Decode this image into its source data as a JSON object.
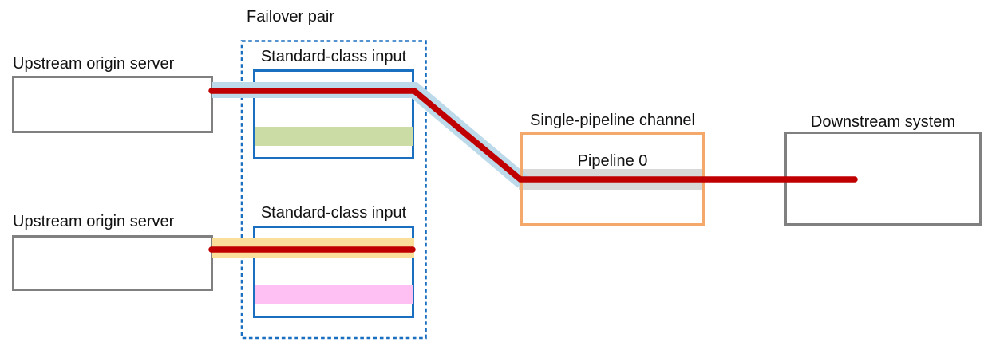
{
  "labels": {
    "failover_pair": "Failover pair",
    "upstream_origin_server_top": "Upstream origin server",
    "upstream_origin_server_bottom": "Upstream origin server",
    "standard_class_input_top": "Standard-class input",
    "standard_class_input_bottom": "Standard-class input",
    "single_pipeline_channel": "Single-pipeline channel",
    "pipeline_0": "Pipeline 0",
    "downstream_system": "Downstream system"
  },
  "colors": {
    "red_line": "#c00000",
    "blue_band": "#bcdae9",
    "gold_band": "#fcde9b",
    "green_band": "#cbdca4",
    "pink_band": "#fec0f2",
    "gray_band": "#d8d8d8",
    "blue_border": "#1b6fc0",
    "orange_border": "#f4a869",
    "gray_border": "#808080"
  }
}
